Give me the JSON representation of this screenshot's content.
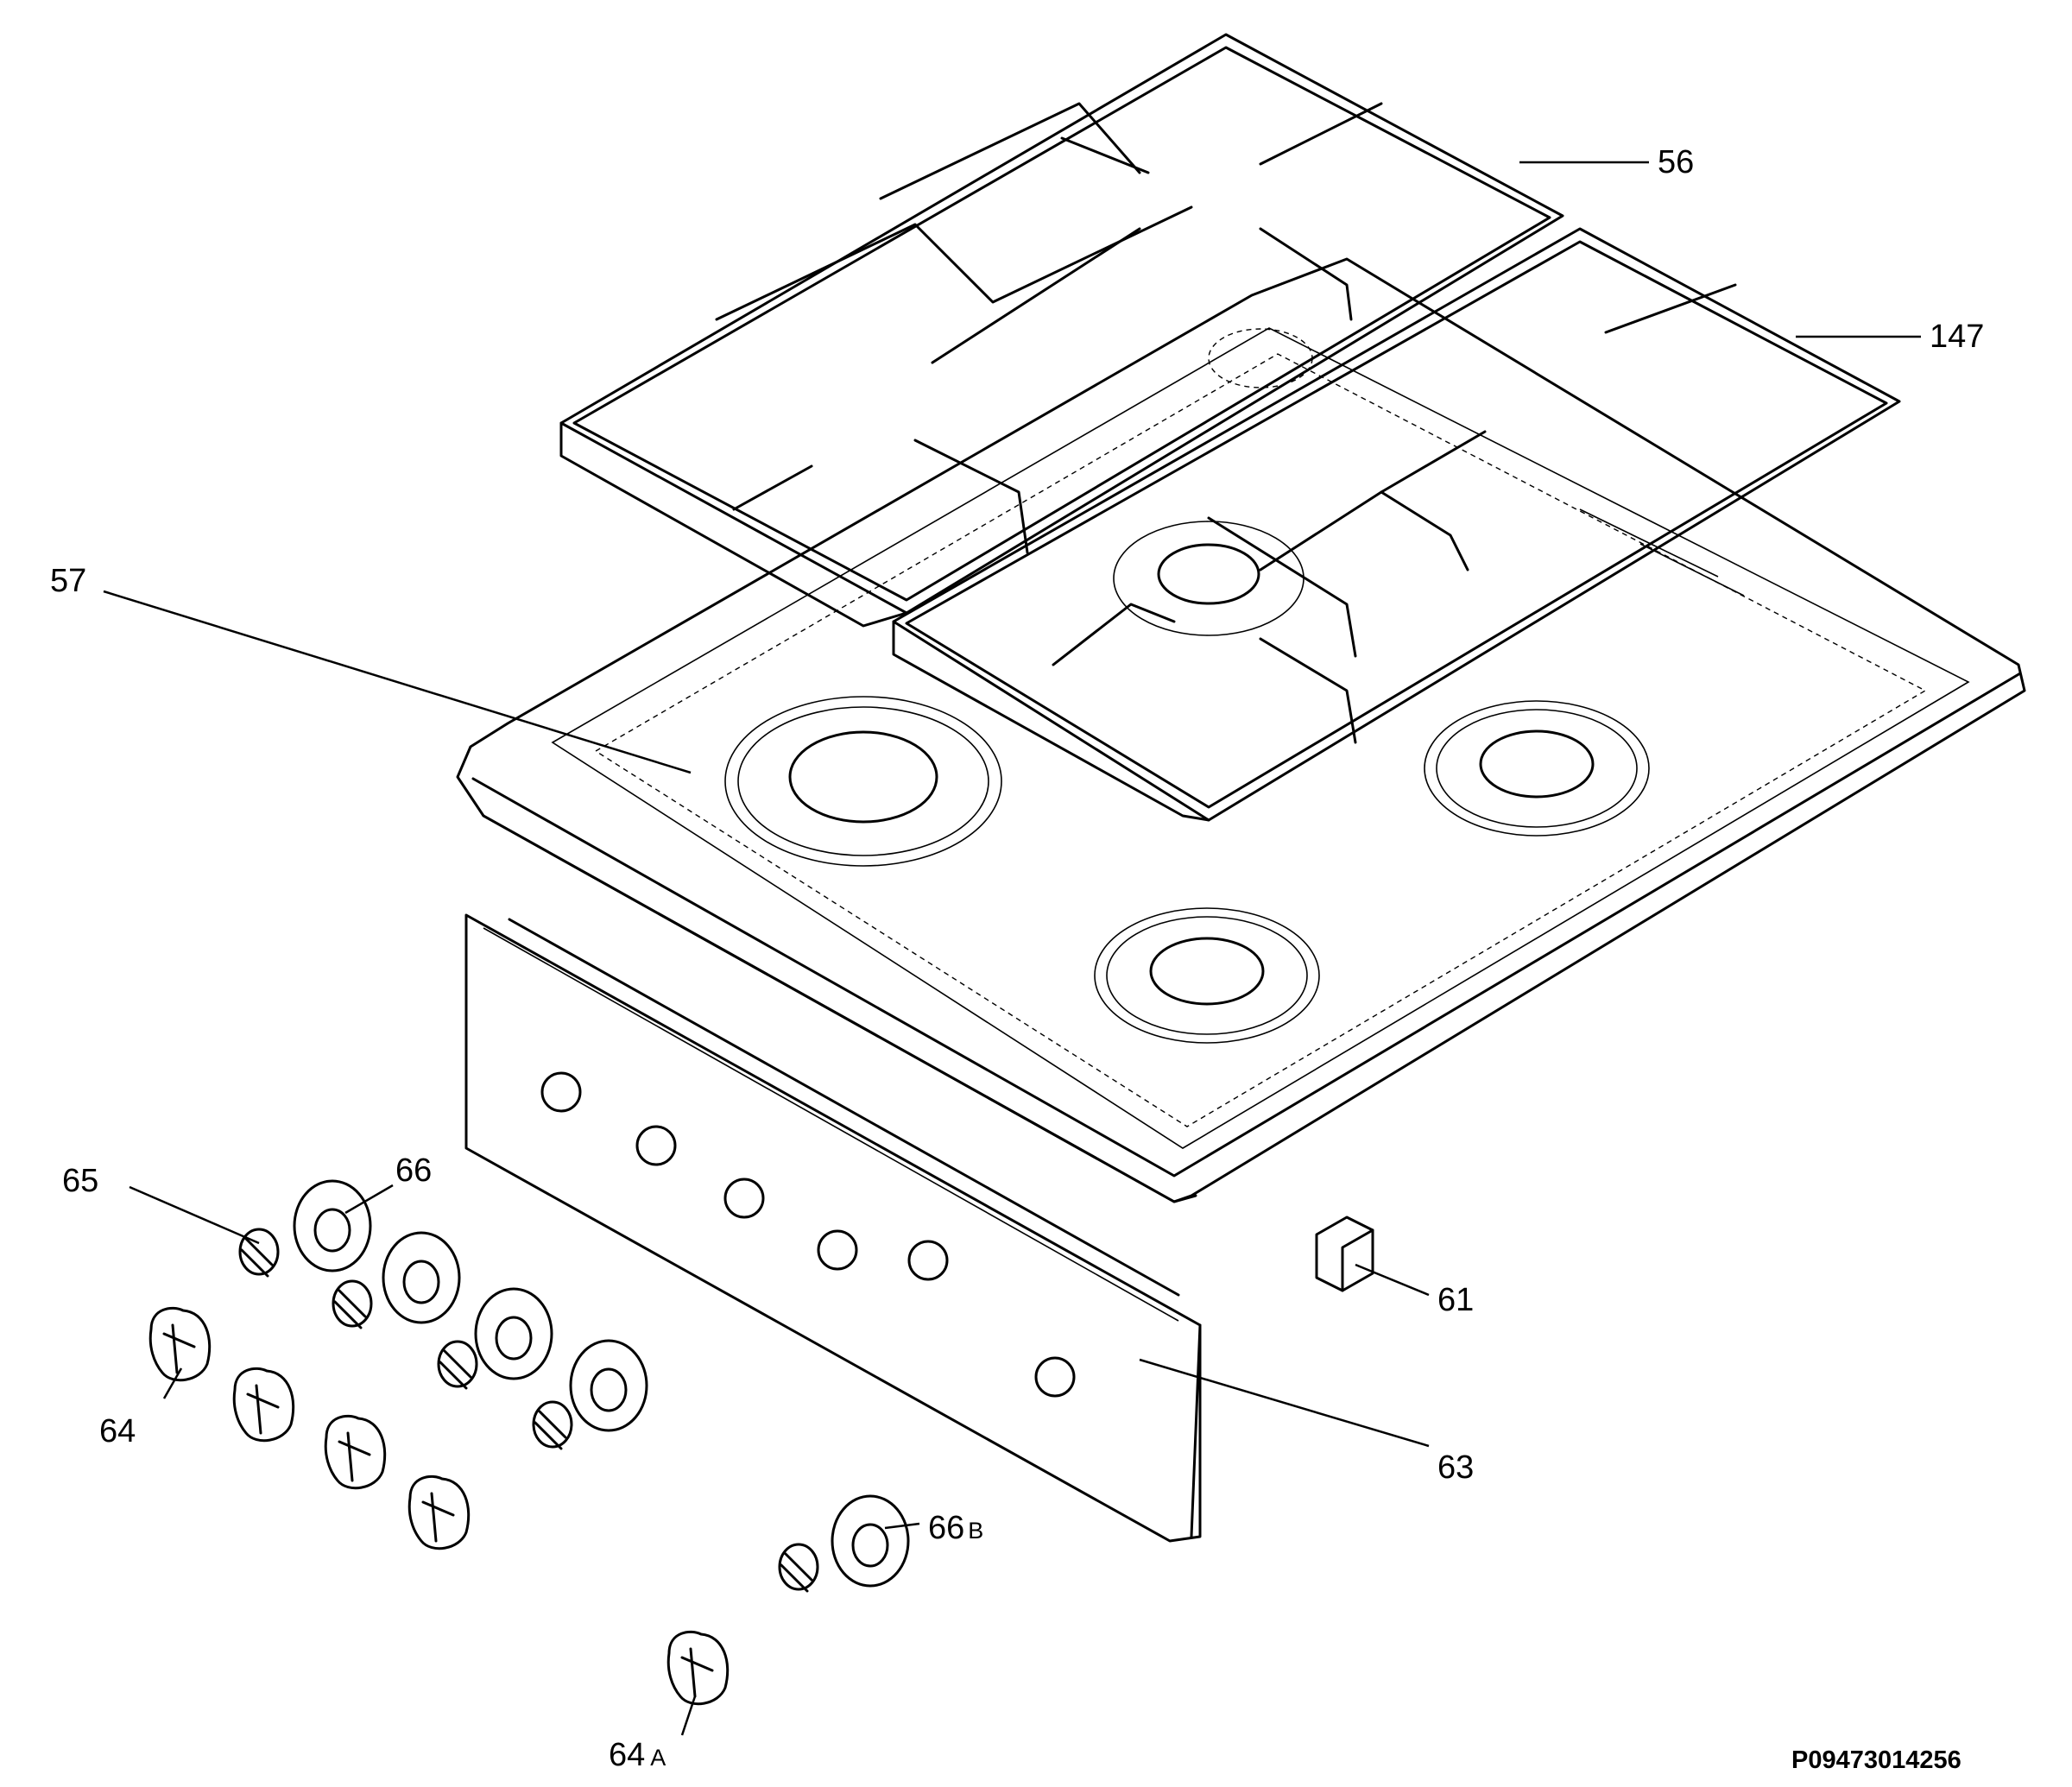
{
  "parts": [
    {
      "id": "56",
      "suffix": "",
      "name": "label-56"
    },
    {
      "id": "147",
      "suffix": "",
      "name": "label-147"
    },
    {
      "id": "57",
      "suffix": "",
      "name": "label-57"
    },
    {
      "id": "65",
      "suffix": "",
      "name": "label-65"
    },
    {
      "id": "66",
      "suffix": "",
      "name": "label-66"
    },
    {
      "id": "61",
      "suffix": "",
      "name": "label-61"
    },
    {
      "id": "64",
      "suffix": "",
      "name": "label-64"
    },
    {
      "id": "63",
      "suffix": "",
      "name": "label-63"
    },
    {
      "id": "66",
      "suffix": "B",
      "name": "label-66b"
    },
    {
      "id": "64",
      "suffix": "A",
      "name": "label-64a"
    }
  ],
  "drawing_code": "P09473014256"
}
